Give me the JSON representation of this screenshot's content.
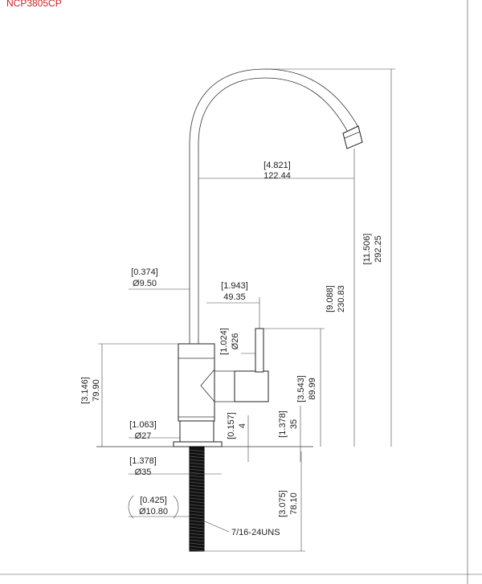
{
  "model_number": "NCP3805CP",
  "thread_label": "7/16-24UNS",
  "dimensions": {
    "reach": {
      "inch": "[4.821]",
      "mm": "122.44"
    },
    "spout_dia": {
      "inch": "[0.374]",
      "mm": "Ø9.50"
    },
    "handle_offset": {
      "inch": "[1.943]",
      "mm": "49.35"
    },
    "handle_dia": {
      "inch": "[1.024]",
      "mm": "Ø26"
    },
    "body_height": {
      "inch": "[3.146]",
      "mm": "79.90"
    },
    "handle_height": {
      "inch": "[3.543]",
      "mm": "89.99"
    },
    "spout_height": {
      "inch": "[9.088]",
      "mm": "230.83"
    },
    "overall_height": {
      "inch": "[11.506]",
      "mm": "292.25"
    },
    "base_dia": {
      "inch": "[1.063]",
      "mm": "Ø27"
    },
    "base_thickness": {
      "inch": "[0.157]",
      "mm": "4"
    },
    "collar_height": {
      "inch": "[1.378]",
      "mm": "35"
    },
    "flange_dia": {
      "inch": "[1.378]",
      "mm": "Ø35"
    },
    "shank_dia": {
      "inch": "[0.425]",
      "mm": "Ø10.80"
    },
    "shank_length": {
      "inch": "[3.075]",
      "mm": "78.10"
    }
  }
}
